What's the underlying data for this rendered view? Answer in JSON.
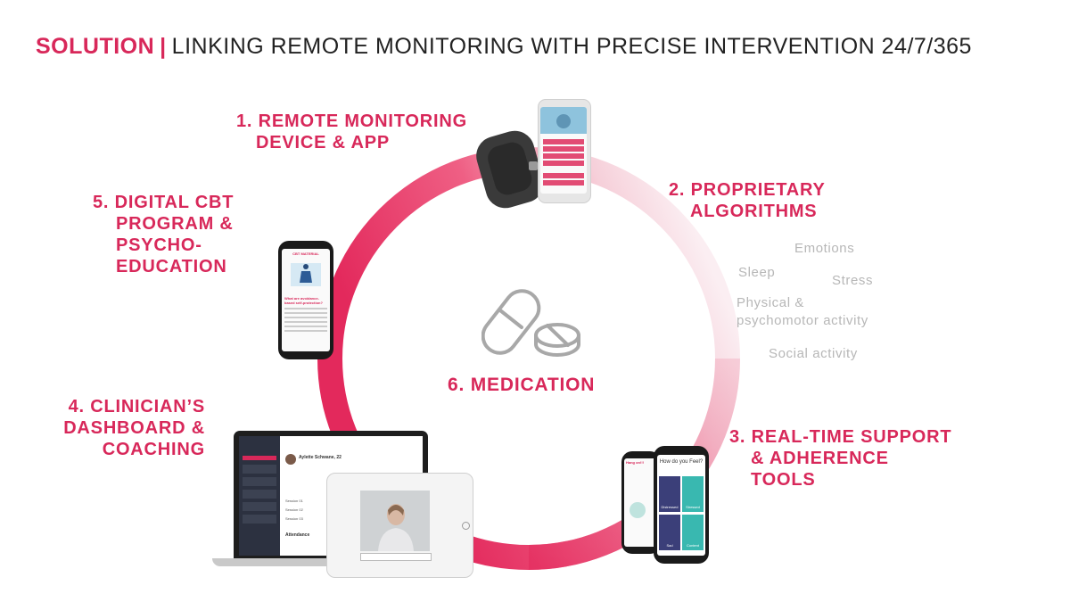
{
  "header": {
    "title_accent": "SOLUTION",
    "title_separator": "|",
    "title_rest": "LINKING REMOTE MONITORING WITH PRECISE INTERVENTION 24/7/365"
  },
  "steps": [
    {
      "lines": [
        "1. REMOTE MONITORING",
        "DEVICE & APP"
      ]
    },
    {
      "lines": [
        "2. PROPRIETARY",
        "ALGORITHMS"
      ]
    },
    {
      "lines": [
        "3. REAL-TIME SUPPORT",
        "& ADHERENCE",
        "TOOLS"
      ]
    },
    {
      "lines": [
        "4. CLINICIAN’S",
        "DASHBOARD &",
        "COACHING"
      ]
    },
    {
      "lines": [
        "5. DIGITAL CBT",
        "PROGRAM &",
        "PSYCHO-",
        "EDUCATION"
      ]
    }
  ],
  "center": {
    "label": "6. MEDICATION",
    "icon": "pill-tablet-icon"
  },
  "algorithms": {
    "emotions": "Emotions",
    "sleep": "Sleep",
    "stress": "Stress",
    "physical_line1": "Physical &",
    "physical_line2": "psychomotor activity",
    "social": "Social activity"
  },
  "devices": {
    "cbt_app": {
      "header": "CBT MATERIAL",
      "heading": "What are avoidance-based self-protection?"
    },
    "mood_app": {
      "question": "How do you Feel?",
      "moods": [
        "Distressed",
        "Stressed",
        "Sad",
        "Content"
      ],
      "side_label": "Hang on!!!"
    },
    "dashboard": {
      "patient_name": "Aylette Schwane, 22",
      "section": "Attendance",
      "sessions": [
        "Session 01",
        "Session 02",
        "Session 03"
      ]
    }
  },
  "colors": {
    "accent": "#d8285a",
    "ring_start": "#e3295c",
    "ring_end": "#f6dde5",
    "mood_dark": "#3b3f79",
    "mood_teal": "#39b8b0"
  }
}
